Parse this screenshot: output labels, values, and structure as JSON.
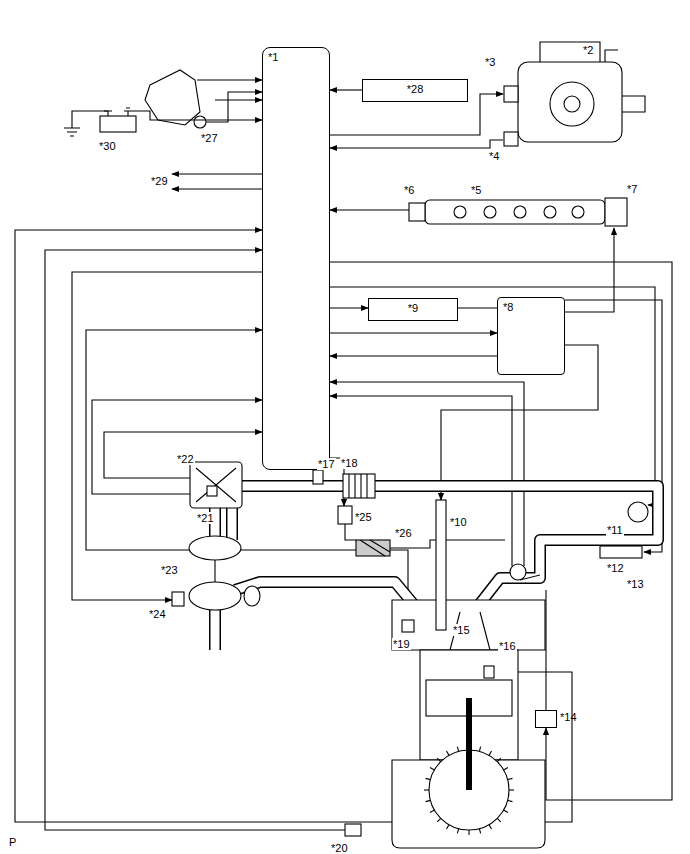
{
  "diagram": {
    "nodes": [
      {
        "text": [
          "*1"
        ]
      },
      {
        "text": [
          "*28"
        ]
      },
      {
        "text": [
          "*9"
        ]
      },
      {
        "text": [
          "*8"
        ]
      },
      {
        "text": [
          "*14"
        ]
      }
    ],
    "edges": [
      {
        "from": 1,
        "to": 0,
        "arrow": "to"
      },
      {
        "from": 0,
        "to": 2,
        "arrow": "to"
      },
      {
        "from": 2,
        "to": 3,
        "arrow": "none"
      },
      {
        "from": 0,
        "to": 3,
        "arrow": "to"
      },
      {
        "from": 3,
        "to": 0,
        "arrow": "to"
      },
      {
        "from": 0,
        "to": 4,
        "arrow": "to"
      }
    ],
    "labels": [
      "*27",
      "*30",
      "*29",
      "*3",
      "*2",
      "*4",
      "*6",
      "*5",
      "*7",
      "*17",
      "*22",
      "*18",
      "*11",
      "*21",
      "*25",
      "*26",
      "*10",
      "*12",
      "*13",
      "*23",
      "*24",
      "*19",
      "*15",
      "*16",
      "*20",
      "P"
    ]
  }
}
